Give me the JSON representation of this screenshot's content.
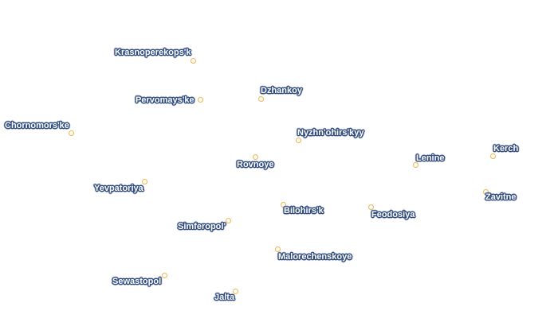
{
  "map": {
    "marker_fill": "#ffffff",
    "marker_stroke": "#f0b44c",
    "label_text_color": "#ffffff",
    "label_halo_color": "#2f4a7f",
    "places": [
      {
        "id": "krasnoperekopsk",
        "name": "Krasnoperekops'k"
      },
      {
        "id": "pervomayske",
        "name": "Pervomays'ke"
      },
      {
        "id": "dzhankoy",
        "name": "Dzhankoy"
      },
      {
        "id": "chornomorske",
        "name": "Chornomors'ke"
      },
      {
        "id": "nyzhnohirskyy",
        "name": "Nyzhn'ohirs'kyy"
      },
      {
        "id": "rovnoye",
        "name": "Rovnoye"
      },
      {
        "id": "lenine",
        "name": "Lenine"
      },
      {
        "id": "kerch",
        "name": "Kerch"
      },
      {
        "id": "yevpatoriya",
        "name": "Yevpatoriya"
      },
      {
        "id": "zavitne",
        "name": "Zavitne"
      },
      {
        "id": "bilohirsk",
        "name": "Bilohirs'k"
      },
      {
        "id": "feodosiya",
        "name": "Feodosiya"
      },
      {
        "id": "simferopol",
        "name": "Simferopol'"
      },
      {
        "id": "malorechenskoye",
        "name": "Malorechenskoye"
      },
      {
        "id": "sewastopol",
        "name": "Sewastopol"
      },
      {
        "id": "jalta",
        "name": "Jalta"
      }
    ]
  }
}
